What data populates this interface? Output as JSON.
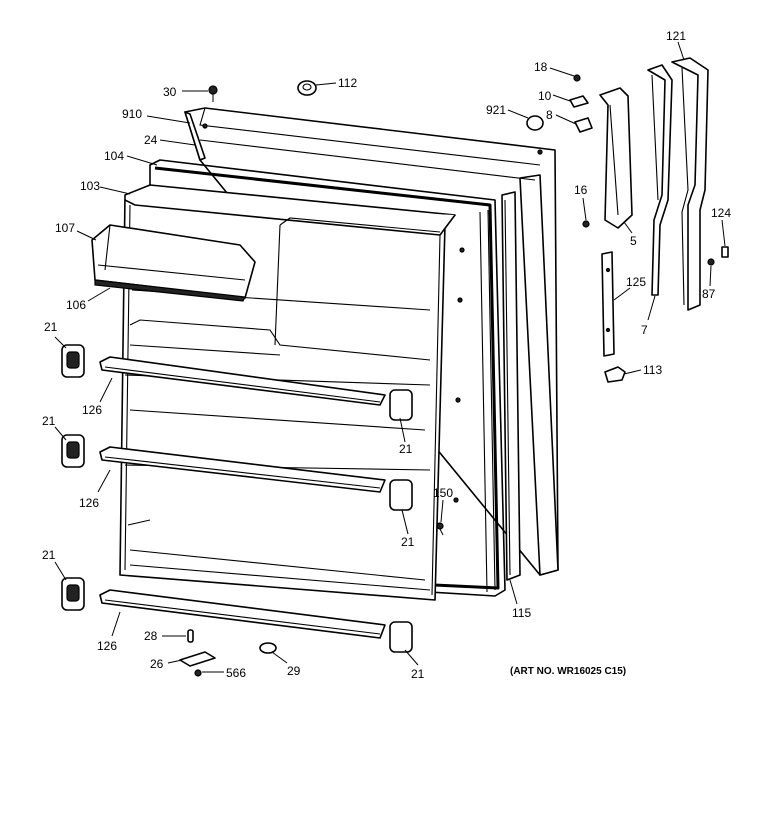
{
  "labels": {
    "l30": "30",
    "l112": "112",
    "l910": "910",
    "l24": "24",
    "l104": "104",
    "l103": "103",
    "l107": "107",
    "l106": "106",
    "l21a": "21",
    "l126a": "126",
    "l21b": "21",
    "l126b": "126",
    "l21c": "21",
    "l126c": "126",
    "l28": "28",
    "l26": "26",
    "l566": "566",
    "l29": "29",
    "l21d": "21",
    "l21e": "21",
    "l21f": "21",
    "l150": "150",
    "l115": "115",
    "l18": "18",
    "l10": "10",
    "l921": "921",
    "l8": "8",
    "l16": "16",
    "l5": "5",
    "l121": "121",
    "l124": "124",
    "l87": "87",
    "l125": "125",
    "l7": "7",
    "l113": "113"
  },
  "art_number": "(ART NO. WR16025 C15)"
}
